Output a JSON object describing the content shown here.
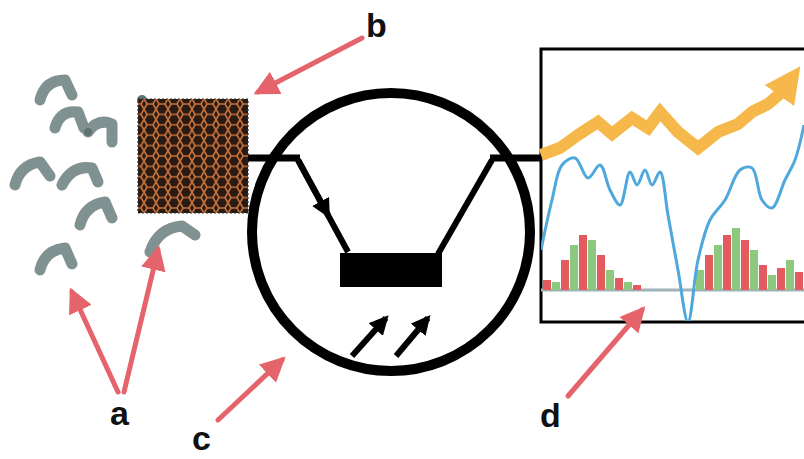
{
  "diagram": {
    "labels": [
      "b",
      "a",
      "c",
      "d"
    ]
  }
}
